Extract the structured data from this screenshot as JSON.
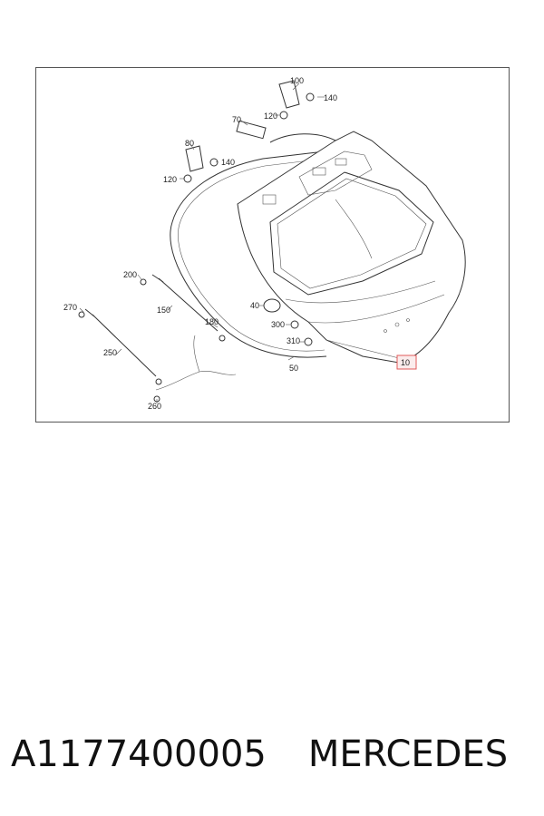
{
  "diagram": {
    "highlight_color": "#e05a5a",
    "callouts": [
      {
        "id": "c100",
        "text": "100"
      },
      {
        "id": "c140a",
        "text": "140"
      },
      {
        "id": "c70",
        "text": "70"
      },
      {
        "id": "c120a",
        "text": "120"
      },
      {
        "id": "c80",
        "text": "80"
      },
      {
        "id": "c140b",
        "text": "140"
      },
      {
        "id": "c120b",
        "text": "120"
      },
      {
        "id": "c200",
        "text": "200"
      },
      {
        "id": "c270",
        "text": "270"
      },
      {
        "id": "c150",
        "text": "150"
      },
      {
        "id": "c40",
        "text": "40"
      },
      {
        "id": "c180",
        "text": "180"
      },
      {
        "id": "c300",
        "text": "300"
      },
      {
        "id": "c250",
        "text": "250"
      },
      {
        "id": "c310",
        "text": "310"
      },
      {
        "id": "c50",
        "text": "50"
      },
      {
        "id": "c260",
        "text": "260"
      },
      {
        "id": "c10",
        "text": "10",
        "highlighted": true
      }
    ]
  },
  "caption": {
    "part_number": "A1177400005",
    "brand": "MERCEDES"
  }
}
